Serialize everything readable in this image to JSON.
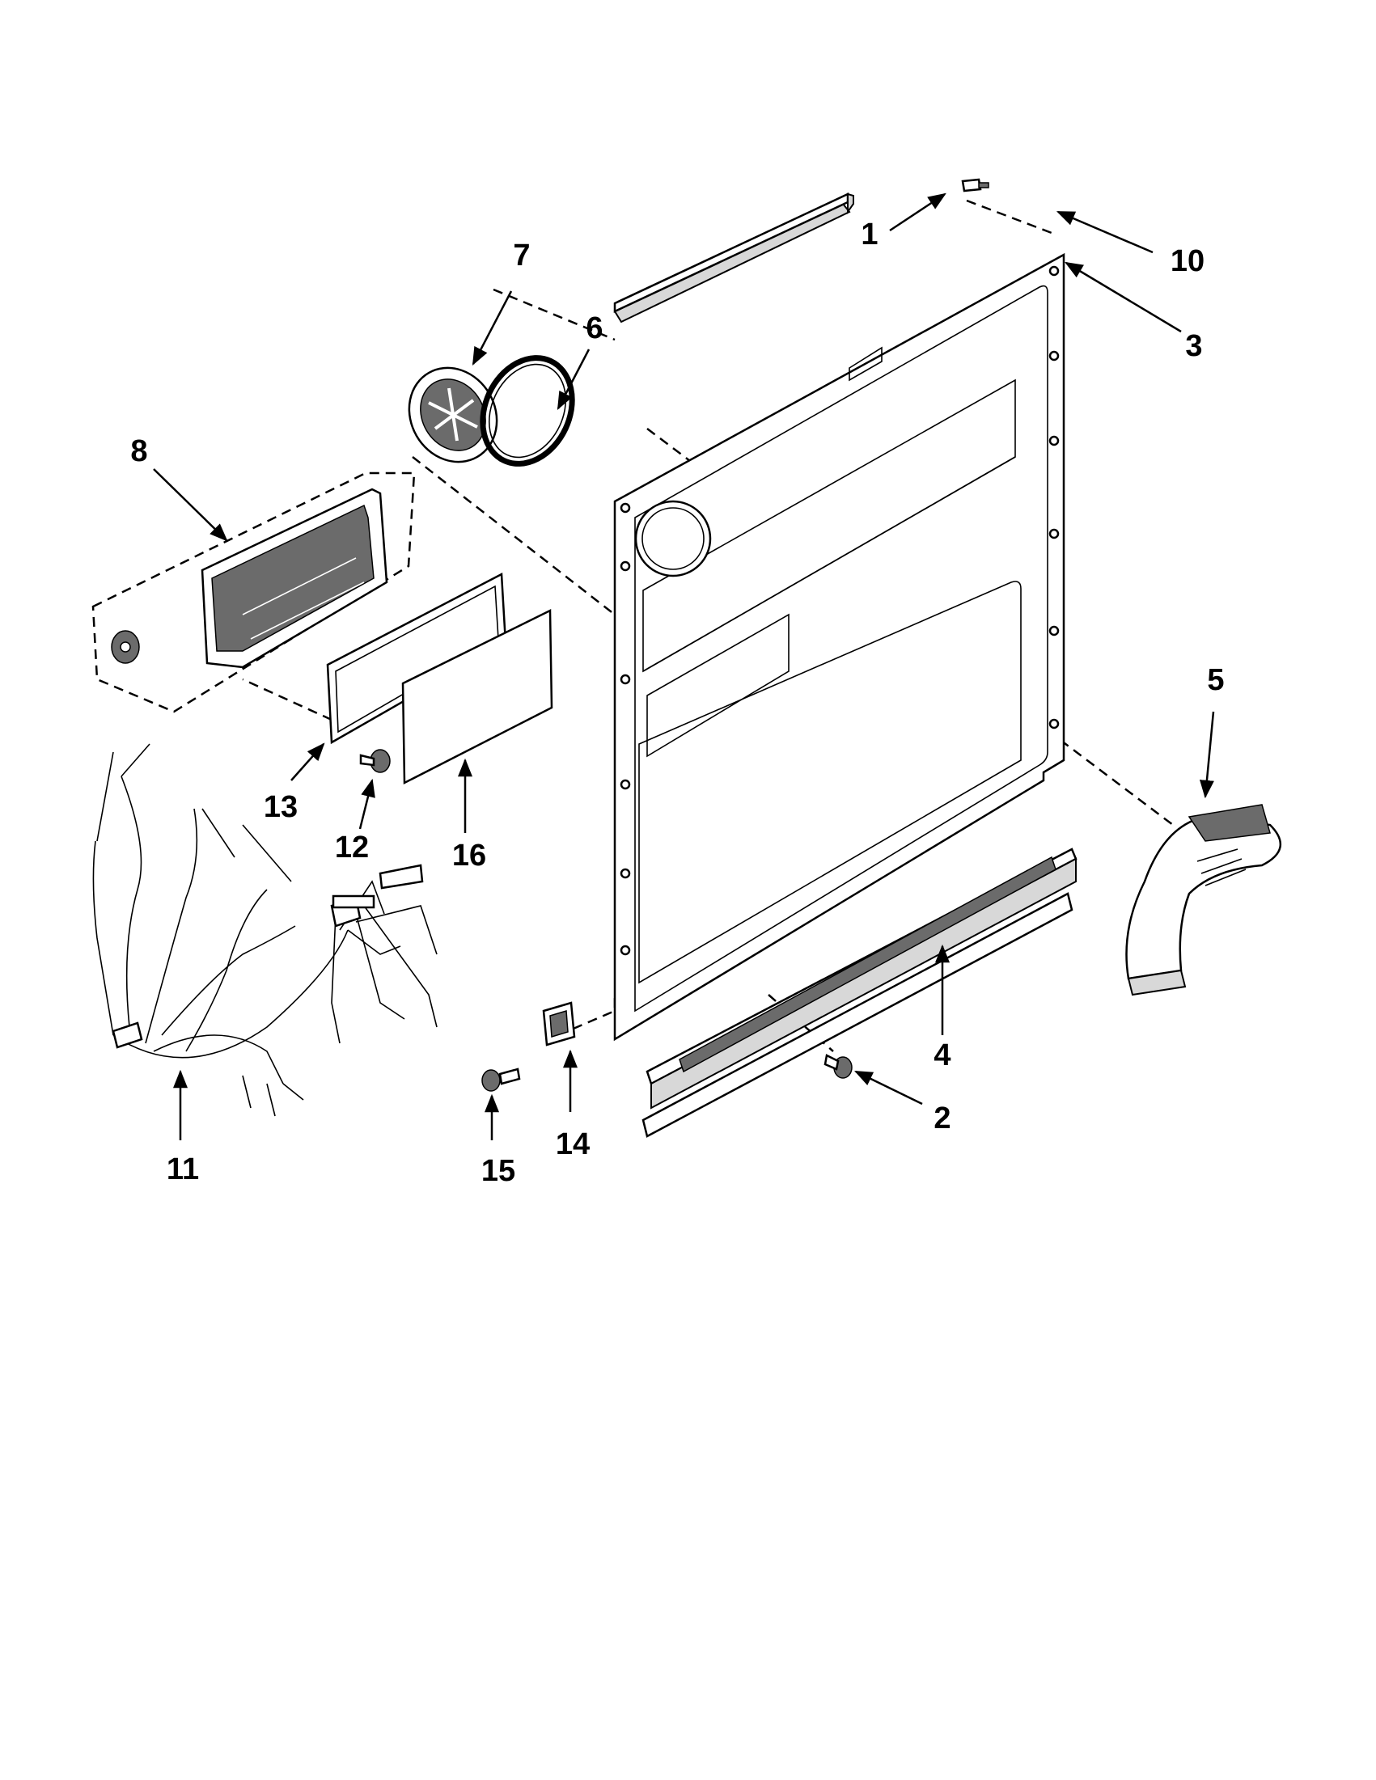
{
  "diagram": {
    "callouts": [
      {
        "id": "c1",
        "label": "1"
      },
      {
        "id": "c2",
        "label": "2"
      },
      {
        "id": "c3",
        "label": "3"
      },
      {
        "id": "c4",
        "label": "4"
      },
      {
        "id": "c5",
        "label": "5"
      },
      {
        "id": "c6",
        "label": "6"
      },
      {
        "id": "c7",
        "label": "7"
      },
      {
        "id": "c8",
        "label": "8"
      },
      {
        "id": "c10",
        "label": "10"
      },
      {
        "id": "c11",
        "label": "11"
      },
      {
        "id": "c12",
        "label": "12"
      },
      {
        "id": "c13",
        "label": "13"
      },
      {
        "id": "c14",
        "label": "14"
      },
      {
        "id": "c15",
        "label": "15"
      },
      {
        "id": "c16",
        "label": "16"
      }
    ]
  }
}
